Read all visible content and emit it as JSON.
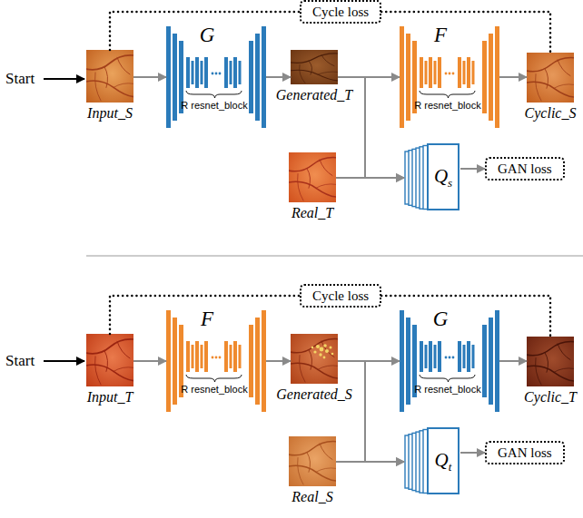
{
  "diagram": {
    "nodes": [
      {
        "text": [
          "Cycle loss"
        ]
      },
      {
        "text": [
          "Input_S"
        ]
      },
      {
        "text": [
          "G",
          "R resnet_block"
        ]
      },
      {
        "text": [
          "Generated_T"
        ]
      },
      {
        "text": [
          "F",
          "R resnet_block"
        ]
      },
      {
        "text": [
          "Cyclic_S"
        ]
      },
      {
        "text": [
          "Real_T"
        ]
      },
      {
        "text": [
          "Q",
          "s"
        ]
      },
      {
        "text": [
          "GAN loss"
        ]
      },
      {
        "text": [
          "Cycle loss"
        ]
      },
      {
        "text": [
          "Input_T"
        ]
      },
      {
        "text": [
          "F",
          "R resnet_block"
        ]
      },
      {
        "text": [
          "Generated_S"
        ]
      },
      {
        "text": [
          "G",
          "R resnet_block"
        ]
      },
      {
        "text": [
          "Cyclic_T"
        ]
      },
      {
        "text": [
          "Real_S"
        ]
      },
      {
        "text": [
          "Q",
          "t"
        ]
      },
      {
        "text": [
          "GAN loss"
        ]
      }
    ],
    "edges": [
      {
        "from": 1,
        "to": 2,
        "arrow": "to"
      },
      {
        "from": 2,
        "to": 3,
        "arrow": "to"
      },
      {
        "from": 3,
        "to": 4,
        "arrow": "to"
      },
      {
        "from": 4,
        "to": 5,
        "arrow": "to"
      },
      {
        "from": 3,
        "to": 7,
        "arrow": "to"
      },
      {
        "from": 6,
        "to": 7,
        "arrow": "to"
      },
      {
        "from": 7,
        "to": 8,
        "arrow": "to"
      },
      {
        "from": 1,
        "to": 0,
        "arrow": "none"
      },
      {
        "from": 0,
        "to": 5,
        "arrow": "none"
      },
      {
        "from": 10,
        "to": 11,
        "arrow": "to"
      },
      {
        "from": 11,
        "to": 12,
        "arrow": "to"
      },
      {
        "from": 12,
        "to": 13,
        "arrow": "to"
      },
      {
        "from": 13,
        "to": 14,
        "arrow": "to"
      },
      {
        "from": 12,
        "to": 16,
        "arrow": "to"
      },
      {
        "from": 15,
        "to": 16,
        "arrow": "to"
      },
      {
        "from": 16,
        "to": 17,
        "arrow": "to"
      },
      {
        "from": 10,
        "to": 9,
        "arrow": "none"
      },
      {
        "from": 9,
        "to": 14,
        "arrow": "none"
      }
    ],
    "labels": [
      "Start",
      "Start"
    ]
  }
}
